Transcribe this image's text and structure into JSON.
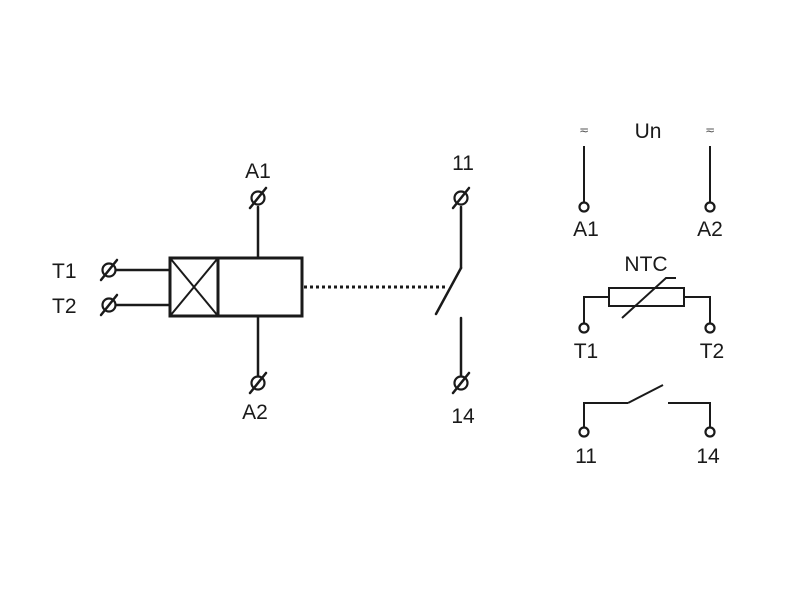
{
  "relay_terminals": {
    "a1": "A1",
    "a2": "A2",
    "t1": "T1",
    "t2": "T2"
  },
  "contact_terminals": {
    "c11": "11",
    "c14": "14"
  },
  "legend": {
    "supply": {
      "title": "Un",
      "a1": "A1",
      "a2": "A2",
      "ac_dc_symbol": "≂"
    },
    "sensor": {
      "title": "NTC",
      "t1": "T1",
      "t2": "T2"
    },
    "contact": {
      "c11": "11",
      "c14": "14"
    }
  }
}
